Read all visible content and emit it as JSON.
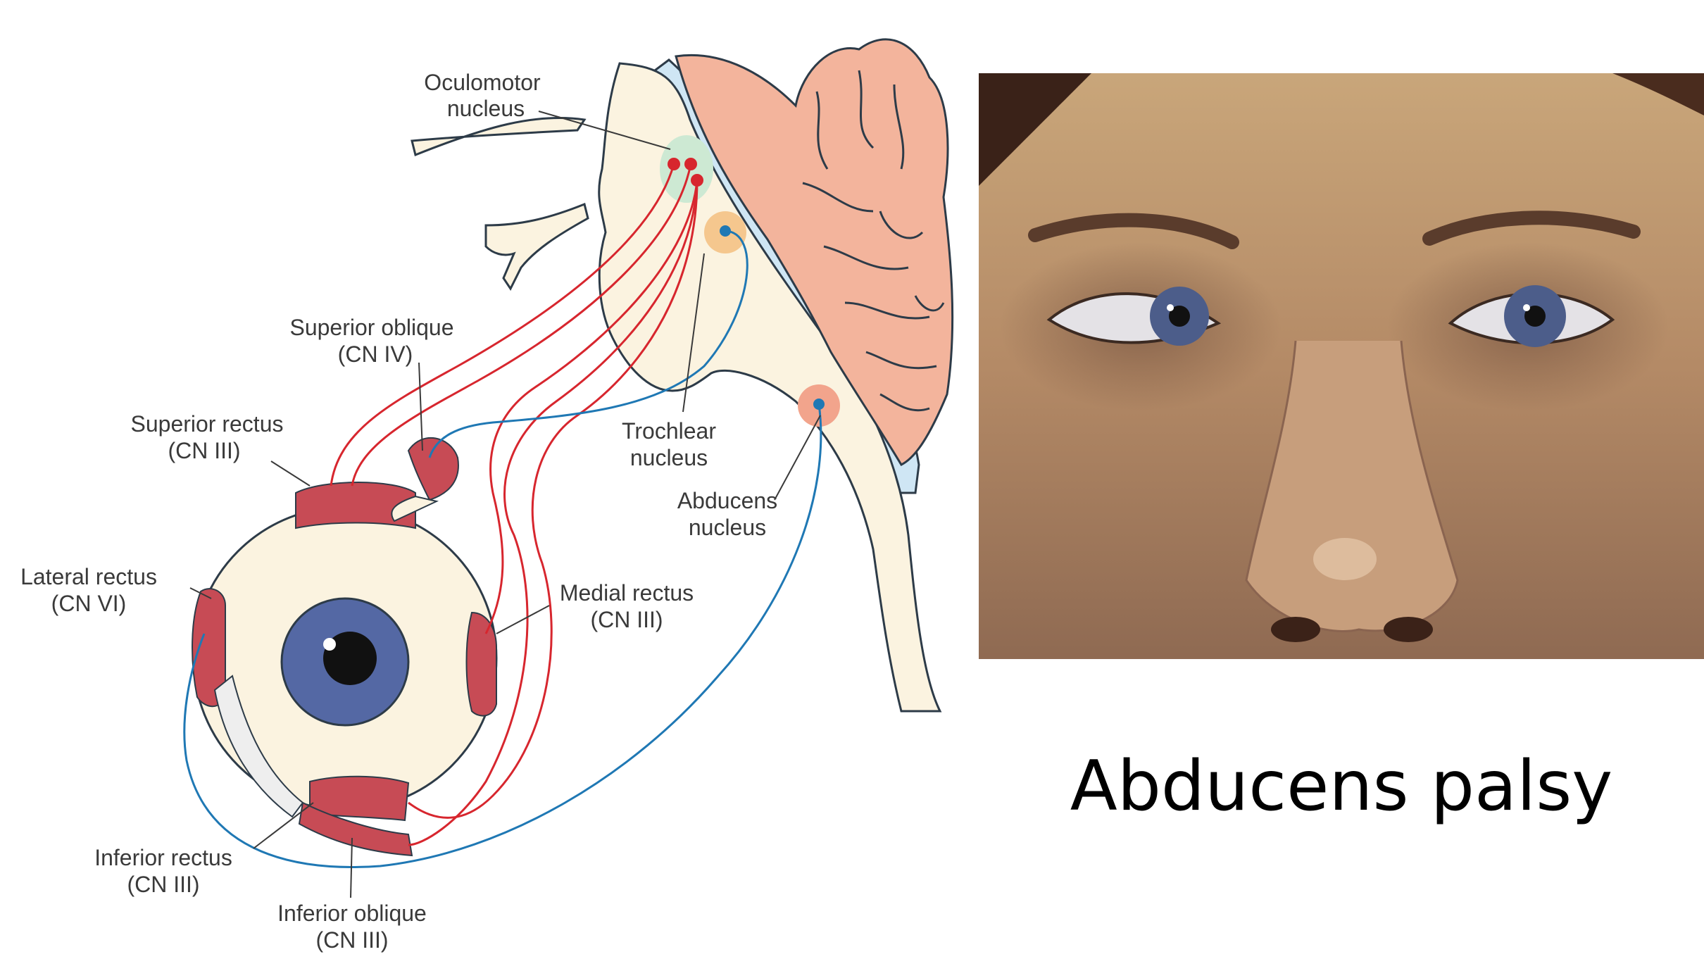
{
  "diagram": {
    "labels": {
      "oculomotor_nucleus": [
        "Oculomotor",
        "nucleus"
      ],
      "superior_oblique": [
        "Superior oblique",
        "(CN IV)"
      ],
      "superior_rectus": [
        "Superior rectus",
        "(CN III)"
      ],
      "trochlear_nucleus": [
        "Trochlear",
        "nucleus"
      ],
      "abducens_nucleus": [
        "Abducens",
        "nucleus"
      ],
      "lateral_rectus": [
        "Lateral rectus",
        "(CN VI)"
      ],
      "medial_rectus": [
        "Medial rectus",
        "(CN III)"
      ],
      "inferior_rectus": [
        "Inferior rectus",
        "(CN III)"
      ],
      "inferior_oblique": [
        "Inferior oblique",
        "(CN III)"
      ]
    },
    "colors": {
      "cn3_nerve": "#d7262e",
      "cn4_cn6_nerve": "#1f78b4",
      "brainstem": "#fbf3e0",
      "cerebellum": "#f3b49c",
      "ventricle": "#cfe6f4",
      "muscle": "#c74b55",
      "iris": "#5468a4",
      "oculomotor_nucleus_halo": "#cde9d3",
      "trochlear_nucleus_halo": "#f5c78e",
      "abducens_nucleus_halo": "#f2a48c"
    }
  },
  "photo": {
    "subject": "face-photo"
  },
  "caption": "Abducens palsy"
}
